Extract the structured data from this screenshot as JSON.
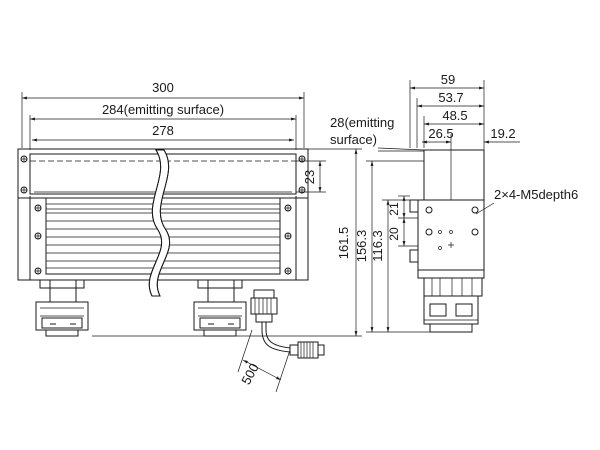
{
  "front_view": {
    "dim_total_width": "300",
    "dim_emitting_width": "284(emitting surface)",
    "dim_inner_width": "278",
    "dim_emitting_height": "23",
    "dim_total_height": "161.5",
    "dim_cable_length": "500"
  },
  "side_view": {
    "dim_59": "59",
    "dim_53_7": "53.7",
    "dim_48_5": "48.5",
    "dim_26_5": "26.5",
    "dim_19_2": "19.2",
    "emitting_note_line1": "28(emitting",
    "emitting_note_line2": "surface)",
    "dim_156_3": "156.3",
    "dim_116_3": "116.3",
    "dim_20": "20",
    "dim_21": "21",
    "hole_callout": "2×4-M5depth6"
  }
}
